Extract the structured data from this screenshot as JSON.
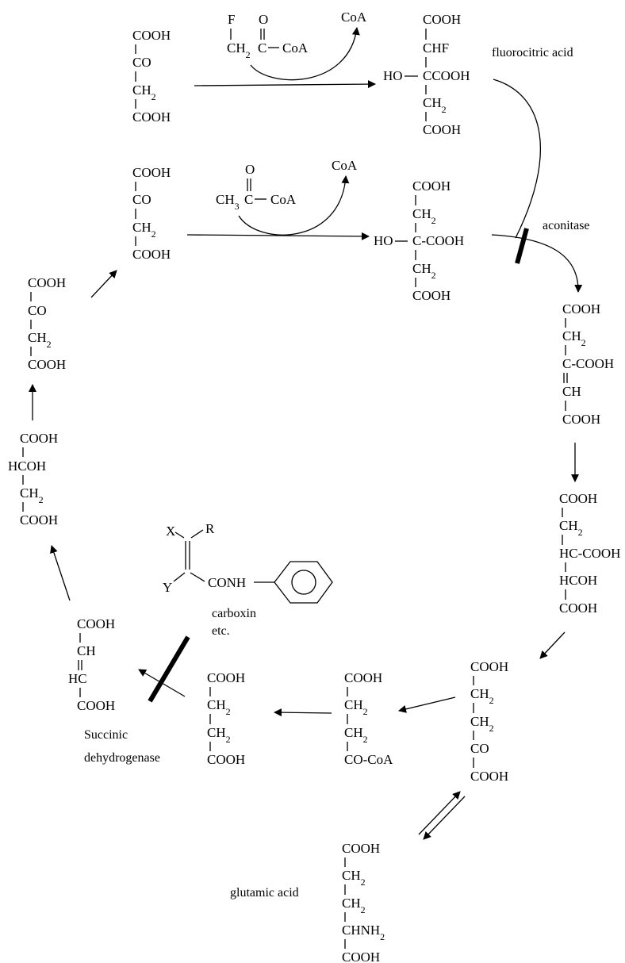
{
  "molecules": {
    "oxaloacetate_top": [
      "COOH",
      "CO",
      "CH2",
      "COOH"
    ],
    "fluoroacetyl_coa": {
      "f": "F",
      "o": "O",
      "ch2": "CH2",
      "c": "C",
      "coa": "CoA"
    },
    "coa_release_1": "CoA",
    "fluorocitrate": {
      "l1": "COOH",
      "l2": "CHF",
      "ho": "HO",
      "c": "CCOOH",
      "l4": "CH2",
      "l5": "COOH"
    },
    "oxaloacetate_2": [
      "COOH",
      "CO",
      "CH2",
      "COOH"
    ],
    "acetyl_coa": {
      "o": "O",
      "ch3": "CH3",
      "c": "C",
      "coa": "CoA"
    },
    "coa_release_2": "CoA",
    "citrate": {
      "l1": "COOH",
      "l2": "CH2",
      "ho": "HO",
      "c": "C-COOH",
      "l4": "CH2",
      "l5": "COOH"
    },
    "cis_aconitate": {
      "l1": "COOH",
      "l2": "CH2",
      "l3": "C-COOH",
      "l4": "CH",
      "l5": "COOH"
    },
    "isocitrate": {
      "l1": "COOH",
      "l2": "CH2",
      "l3": "HC-COOH",
      "l4": "HCOH",
      "l5": "COOH"
    },
    "alpha_ketoglutarate": [
      "COOH",
      "CH2",
      "CH2",
      "CO",
      "COOH"
    ],
    "succinyl_coa": [
      "COOH",
      "CH2",
      "CH2",
      "CO-CoA"
    ],
    "succinate": [
      "COOH",
      "CH2",
      "CH2",
      "COOH"
    ],
    "fumarate": [
      "COOH",
      "CH",
      "HC",
      "COOH"
    ],
    "malate": [
      "COOH",
      "HCOH",
      "CH2",
      "COOH"
    ],
    "oxaloacetate_left": [
      "COOH",
      "CO",
      "CH2",
      "COOH"
    ],
    "glutamic_acid": [
      "COOH",
      "CH2",
      "CH2",
      "CHNH2",
      "COOH"
    ],
    "carboxin": {
      "x": "X",
      "r": "R",
      "y": "Y",
      "conh": "CONH"
    }
  },
  "labels": {
    "fluorocitric": "fluorocitric acid",
    "aconitase": "aconitase",
    "carboxin_1": "carboxin",
    "carboxin_2": "etc.",
    "sdh_1": "Succinic",
    "sdh_2": "dehydrogenase",
    "glutamic": "glutamic acid"
  }
}
